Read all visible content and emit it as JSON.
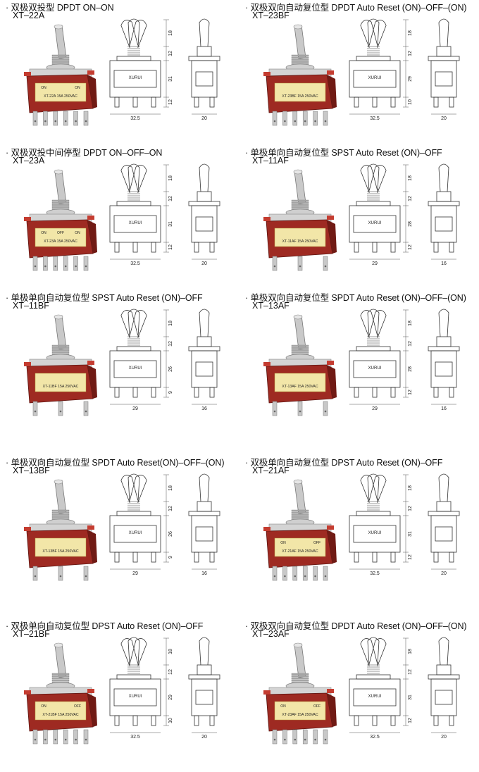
{
  "products": [
    {
      "title": "双极双投型 DPDT  ON–ON",
      "model": "XT–22A",
      "label_left": "ON",
      "label_mid": "",
      "label_right": "ON",
      "body_label": "XT-22A  15A  250VAC",
      "dims": {
        "h1": "18",
        "h2": "12",
        "h3": "31",
        "h4": "12",
        "w1": "32.5",
        "w2": "20"
      }
    },
    {
      "title": "双极双向自动复位型 DPDT Auto Reset (ON)–OFF–(ON)",
      "model": "XT–23BF",
      "label_left": "",
      "label_mid": "",
      "label_right": "",
      "body_label": "XT-23BF  15A  250VAC",
      "dims": {
        "h1": "18",
        "h2": "12",
        "h3": "29",
        "h4": "10",
        "w1": "32.5",
        "w2": "20"
      }
    },
    {
      "title": "双极双投中间停型 DPDT  ON–OFF–ON",
      "model": "XT–23A",
      "label_left": "ON",
      "label_mid": "OFF",
      "label_right": "ON",
      "body_label": "XT-23A  15A  250VAC",
      "dims": {
        "h1": "18",
        "h2": "12",
        "h3": "31",
        "h4": "12",
        "w1": "32.5",
        "w2": "20"
      }
    },
    {
      "title": "单极单向自动复位型 SPST Auto Reset (ON)–OFF",
      "model": "XT–11AF",
      "label_left": "",
      "label_mid": "",
      "label_right": "",
      "body_label": "XT-11AF  15A  250VAC",
      "dims": {
        "h1": "18",
        "h2": "12",
        "h3": "28",
        "h4": "12",
        "w1": "29",
        "w2": "16"
      }
    },
    {
      "title": "单极单向自动复位型 SPST Auto Reset (ON)–OFF",
      "model": "XT–11BF",
      "label_left": "",
      "label_mid": "",
      "label_right": "",
      "body_label": "XT-11BF  15A  250VAC",
      "dims": {
        "h1": "18",
        "h2": "12",
        "h3": "26",
        "h4": "9",
        "w1": "29",
        "w2": "16"
      }
    },
    {
      "title": "单极双向自动复位型 SPDT Auto Reset (ON)–OFF–(ON)",
      "model": "XT–13AF",
      "label_left": "",
      "label_mid": "",
      "label_right": "",
      "body_label": "XT-13AF  15A  250VAC",
      "dims": {
        "h1": "18",
        "h2": "12",
        "h3": "28",
        "h4": "12",
        "w1": "29",
        "w2": "16"
      }
    },
    {
      "title": "单极双向自动复位型 SPDT Auto Reset(ON)–OFF–(ON)",
      "model": "XT–13BF",
      "label_left": "",
      "label_mid": "",
      "label_right": "",
      "body_label": "XT-13BF  15A  250VAC",
      "dims": {
        "h1": "18",
        "h2": "12",
        "h3": "26",
        "h4": "9",
        "w1": "29",
        "w2": "16"
      }
    },
    {
      "title": "双极单向自动复位型 DPST Auto Reset (ON)–OFF",
      "model": "XT–21AF",
      "label_left": "ON",
      "label_mid": "",
      "label_right": "OFF",
      "body_label": "XT-21AF  15A  250VAC",
      "dims": {
        "h1": "18",
        "h2": "12",
        "h3": "31",
        "h4": "12",
        "w1": "32.5",
        "w2": "20"
      }
    },
    {
      "title": "双极单向自动复位型 DPST Auto Reset (ON)–OFF",
      "model": "XT–21BF",
      "label_left": "ON",
      "label_mid": "",
      "label_right": "OFF",
      "body_label": "XT-21BF  15A  250VAC",
      "dims": {
        "h1": "18",
        "h2": "12",
        "h3": "29",
        "h4": "10",
        "w1": "32.5",
        "w2": "20"
      }
    },
    {
      "title": "双极双向自动复位型 DPDT Auto Reset (ON)–OFF–(ON)",
      "model": "XT–23AF",
      "label_left": "ON",
      "label_mid": "",
      "label_right": "OFF",
      "body_label": "XT-23AF  15A  250VAC",
      "dims": {
        "h1": "18",
        "h2": "12",
        "h3": "31",
        "h4": "12",
        "w1": "32.5",
        "w2": "20"
      }
    }
  ],
  "brand": "XURUI",
  "bullet": "·"
}
